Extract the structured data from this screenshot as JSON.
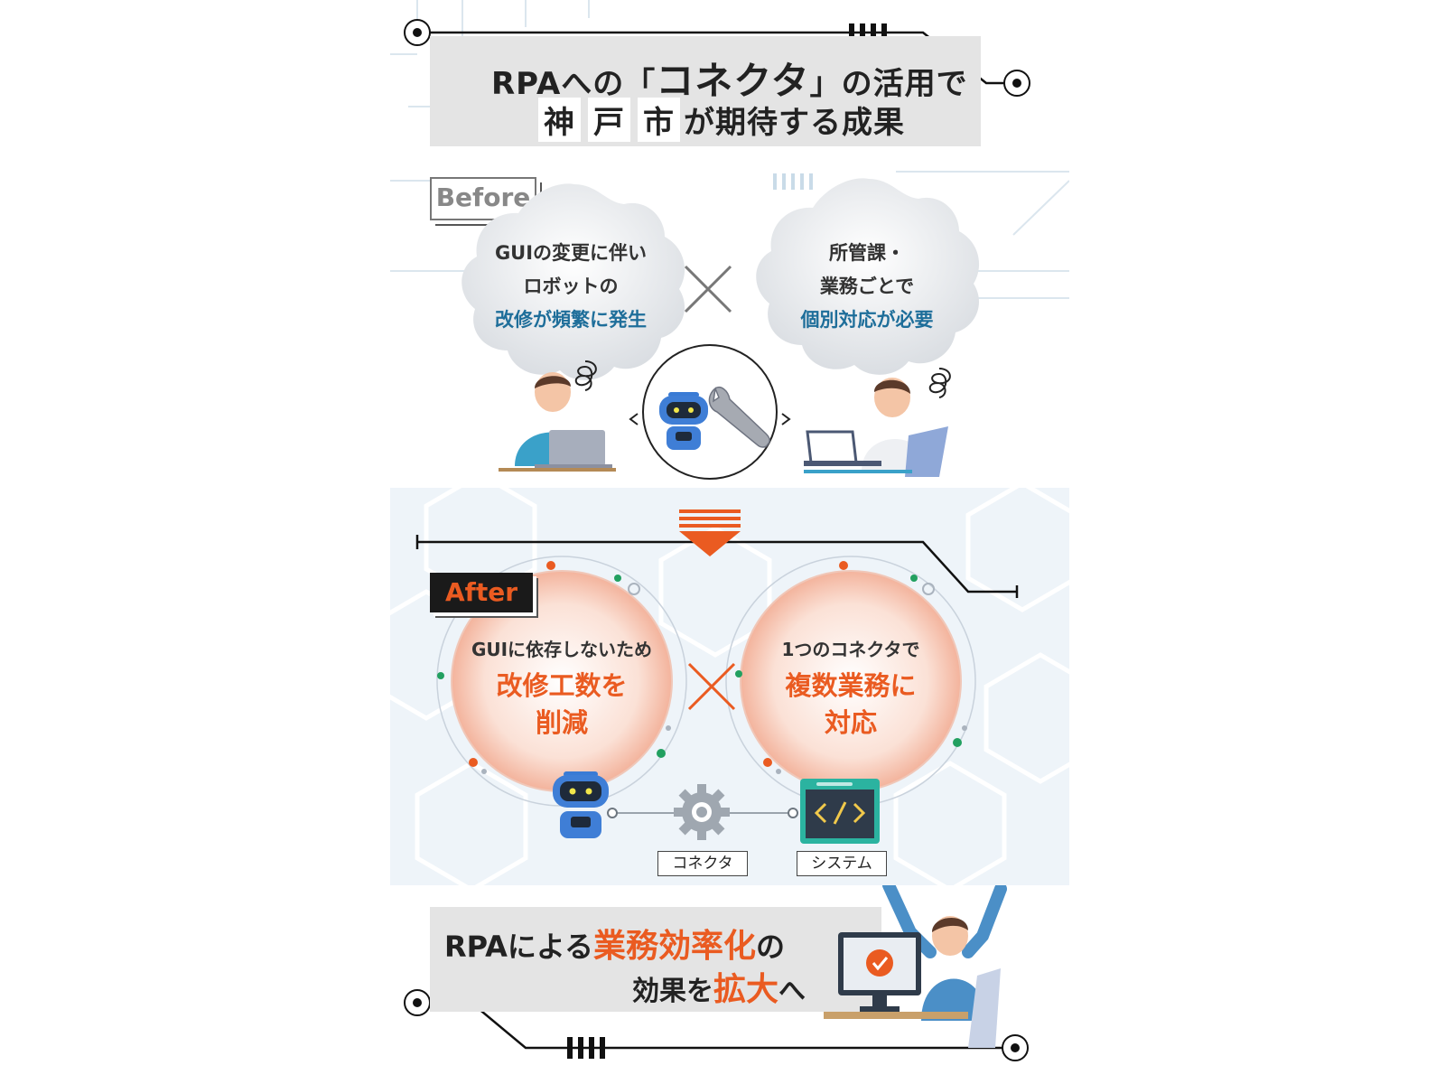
{
  "title": {
    "line1_a": "RPAへの「",
    "line1_b": "コネクタ",
    "line1_c": "」の活用で",
    "line2_k1": "神",
    "line2_k2": "戸",
    "line2_k3": "市",
    "line2_rest": "が期待する成果"
  },
  "before": {
    "tag": "Before",
    "left_bubble": {
      "line1": "GUIの変更に伴い",
      "line2": "ロボットの",
      "highlight": "改修が頻繁に発生"
    },
    "right_bubble": {
      "line1": "所管課・",
      "line2": "業務ごとで",
      "highlight": "個別対応が必要"
    }
  },
  "after": {
    "tag": "After",
    "left_circle": {
      "line1": "GUIに依存しないため",
      "highlight1": "改修工数を",
      "highlight2": "削減"
    },
    "right_circle": {
      "line1": "1つのコネクタで",
      "highlight1": "複数業務に",
      "highlight2": "対応"
    },
    "label_connector": "コネクタ",
    "label_system": "システム"
  },
  "result": {
    "line1_a": "RPAによる",
    "line1_b": "業務効率化",
    "line1_c": "の",
    "line2_a": "効果を",
    "line2_b": "拡大",
    "line2_c": "へ"
  },
  "colors": {
    "accent_orange": "#ea5b21",
    "accent_blue": "#1e6e9a",
    "title_gray": "#e4e4e4",
    "after_tag_bg": "#1a1a1a"
  },
  "icons": [
    "robot-icon",
    "wrench-icon",
    "gear-icon",
    "code-window-icon",
    "laptop-icon",
    "monitor-check-icon",
    "scribble-icon"
  ]
}
